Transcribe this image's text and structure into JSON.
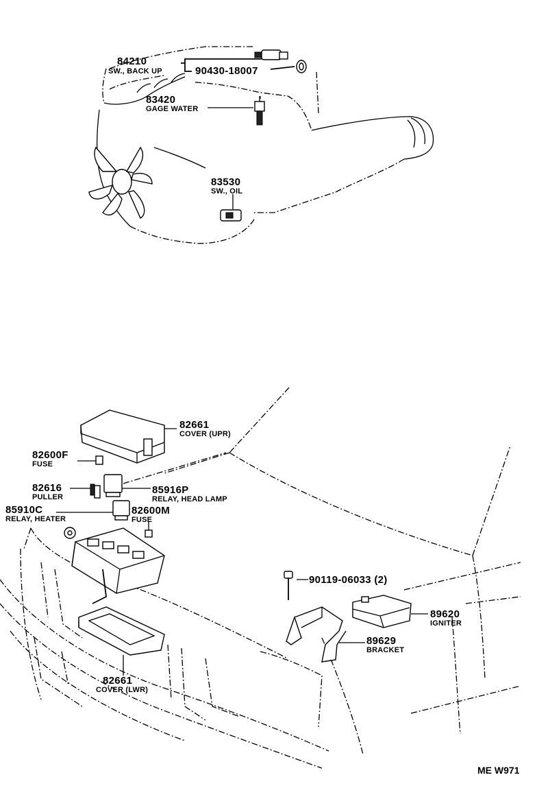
{
  "diagram_code": "ME W971",
  "parts": [
    {
      "number": "84210",
      "name": "SW., BACK UP"
    },
    {
      "number": "90430-18007",
      "name": ""
    },
    {
      "number": "83420",
      "name": "GAGE WATER"
    },
    {
      "number": "83530",
      "name": "SW., OIL"
    },
    {
      "number": "82661",
      "name": "COVER (UPR)"
    },
    {
      "number": "82600F",
      "name": "FUSE"
    },
    {
      "number": "82616",
      "name": "PULLER"
    },
    {
      "number": "85916P",
      "name": "RELAY, HEAD LAMP"
    },
    {
      "number": "85910C",
      "name": "RELAY, HEATER"
    },
    {
      "number": "82600M",
      "name": "FUSE"
    },
    {
      "number": "90119-06033 (2)",
      "name": ""
    },
    {
      "number": "89620",
      "name": "IGNITER"
    },
    {
      "number": "89629",
      "name": "BRACKET"
    },
    {
      "number": "82661",
      "name": "COVER (LWR)"
    }
  ]
}
